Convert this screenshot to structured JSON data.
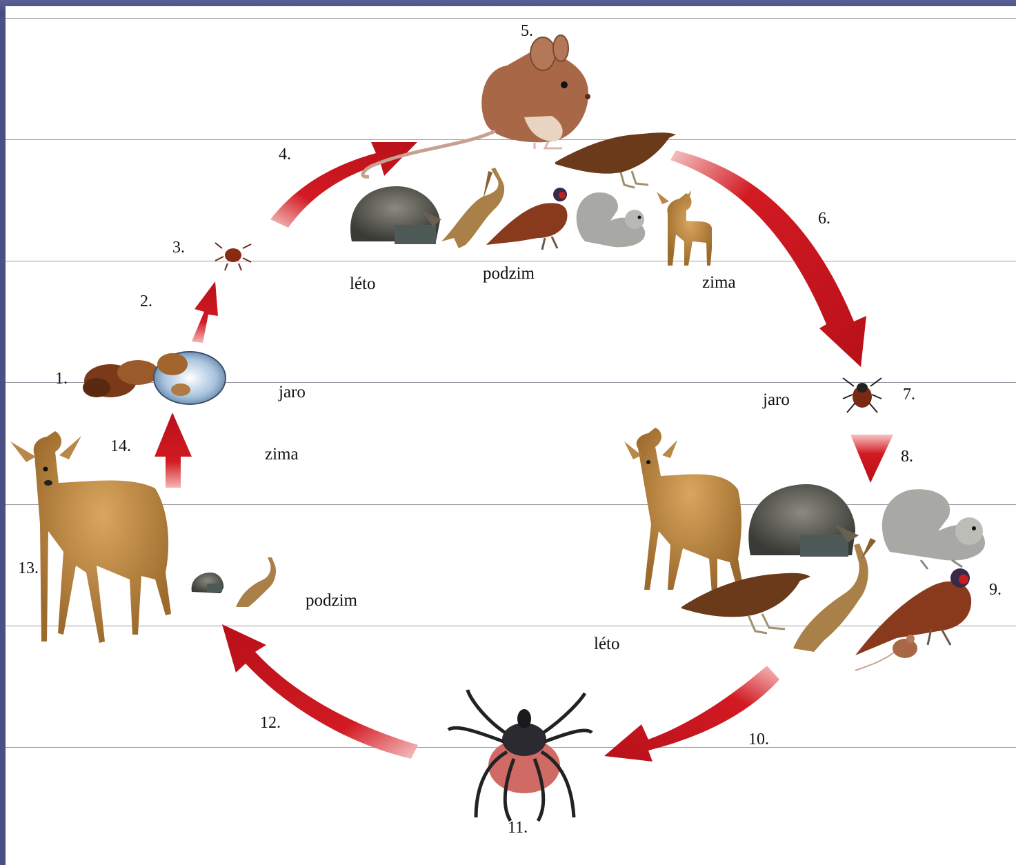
{
  "steps": [
    "1.",
    "2.",
    "3.",
    "4.",
    "5.",
    "6.",
    "7.",
    "8.",
    "9.",
    "10.",
    "11.",
    "12.",
    "13.",
    "14."
  ],
  "seasons": {
    "top_summer": "léto",
    "top_autumn": "podzim",
    "top_winter": "zima",
    "left_spring": "jaro",
    "left_winter": "zima",
    "left_autumn": "podzim",
    "right_spring": "jaro",
    "bottom_summer": "léto"
  },
  "colors": {
    "arrow": "#c8101a",
    "frame": "#4a4f86",
    "title_text": "#c3105a"
  },
  "icons": [
    "egg-mass-icon",
    "larva-tick-icon",
    "mouse-icon",
    "hedgehog-icon",
    "hare-icon",
    "pheasant-icon",
    "squirrel-icon",
    "deer-icon",
    "thrush-icon",
    "nymph-tick-icon",
    "adult-tick-icon"
  ]
}
